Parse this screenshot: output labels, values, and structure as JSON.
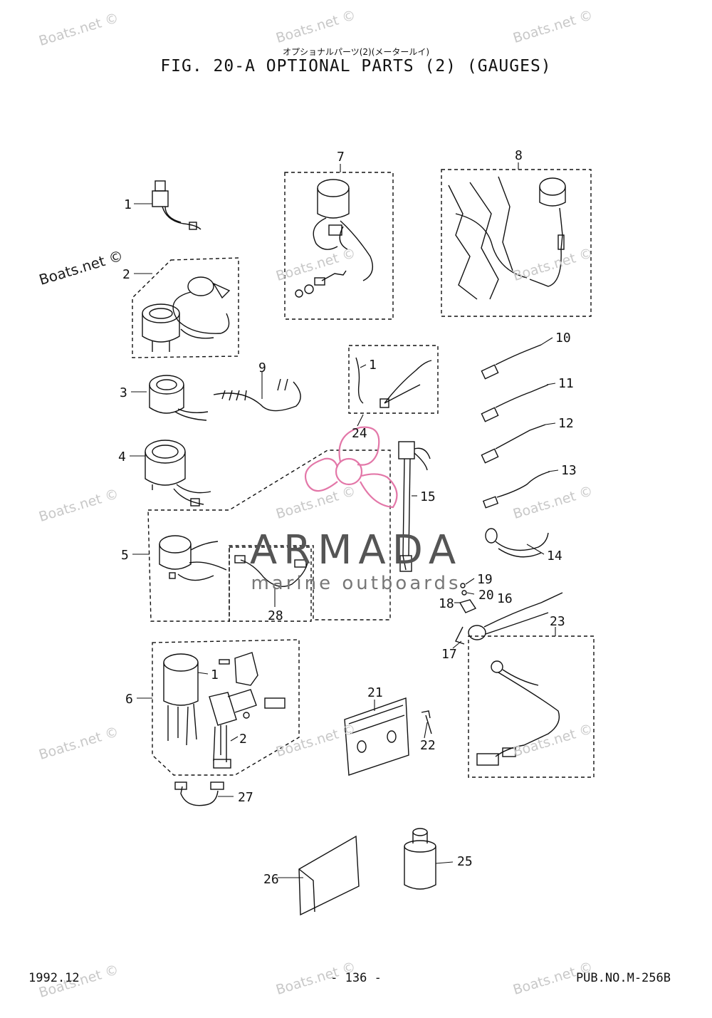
{
  "header": {
    "japanese": "オプショナルパーツ(2)(メータールイ)",
    "title": "FIG. 20-A OPTIONAL PARTS (2) (GAUGES)"
  },
  "footer": {
    "date": "1992.12",
    "page": "- 136 -",
    "pub": "PUB.NO.M-256B"
  },
  "watermark": {
    "text": "Boats.net ©"
  },
  "brand": {
    "name": "ARMADA",
    "sub": "marine outboards",
    "accent": "#e377a8",
    "text_color": "#555555"
  },
  "callouts": [
    "1",
    "2",
    "3",
    "4",
    "5",
    "6",
    "7",
    "8",
    "9",
    "10",
    "11",
    "12",
    "13",
    "14",
    "15",
    "16",
    "17",
    "18",
    "19",
    "20",
    "21",
    "22",
    "23",
    "24",
    "25",
    "26",
    "27",
    "28",
    "1",
    "1",
    "2"
  ],
  "colors": {
    "ink": "#111111",
    "background": "#ffffff",
    "watermark": "#c8c8c8"
  }
}
